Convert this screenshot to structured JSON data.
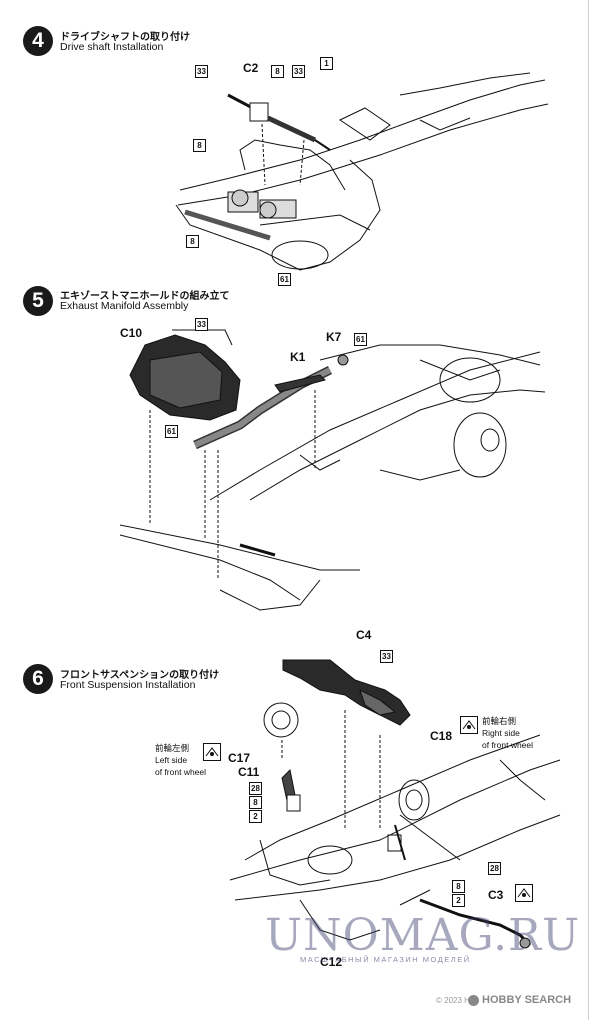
{
  "steps": [
    {
      "number": "4",
      "title_jp": "ドライブシャフトの取り付け",
      "title_en": "Drive shaft Installation"
    },
    {
      "number": "5",
      "title_jp": "エキゾーストマニホールドの組み立て",
      "title_en": "Exhaust Manifold Assembly"
    },
    {
      "number": "6",
      "title_jp": "フロントサスペンションの取り付け",
      "title_en": "Front Suspension Installation"
    }
  ],
  "step4": {
    "labels": {
      "c2": "C2"
    },
    "tags": {
      "t33a": "33",
      "t8a": "8",
      "t33b": "33",
      "t1": "1",
      "t8b": "8",
      "t8c": "8",
      "t61": "61"
    }
  },
  "step5": {
    "labels": {
      "c10": "C10",
      "k7": "K7",
      "k1": "K1"
    },
    "tags": {
      "t33": "33",
      "t61a": "61",
      "t61b": "61"
    }
  },
  "step6": {
    "labels": {
      "c4": "C4",
      "c17": "C17",
      "c11": "C11",
      "c18": "C18",
      "c3": "C3",
      "c12": "C12"
    },
    "tags": {
      "t33": "33",
      "t28a": "28",
      "t8a": "8",
      "t2a": "2",
      "t28b": "28",
      "t8b": "8",
      "t2b": "2"
    },
    "left_note": {
      "jp": "前輪左側",
      "en1": "Left side",
      "en2": "of front wheel"
    },
    "right_note": {
      "jp": "前輪右側",
      "en1": "Right side",
      "en2": "of front wheel"
    }
  },
  "watermark": {
    "main": "UNOMAG.RU",
    "sub": "МАСШТАБНЫЙ МАГАЗИН МОДЕЛЕЙ"
  },
  "footer": {
    "brand": "HOBBY SEARCH",
    "copyright": "© 2023 HLJ"
  }
}
